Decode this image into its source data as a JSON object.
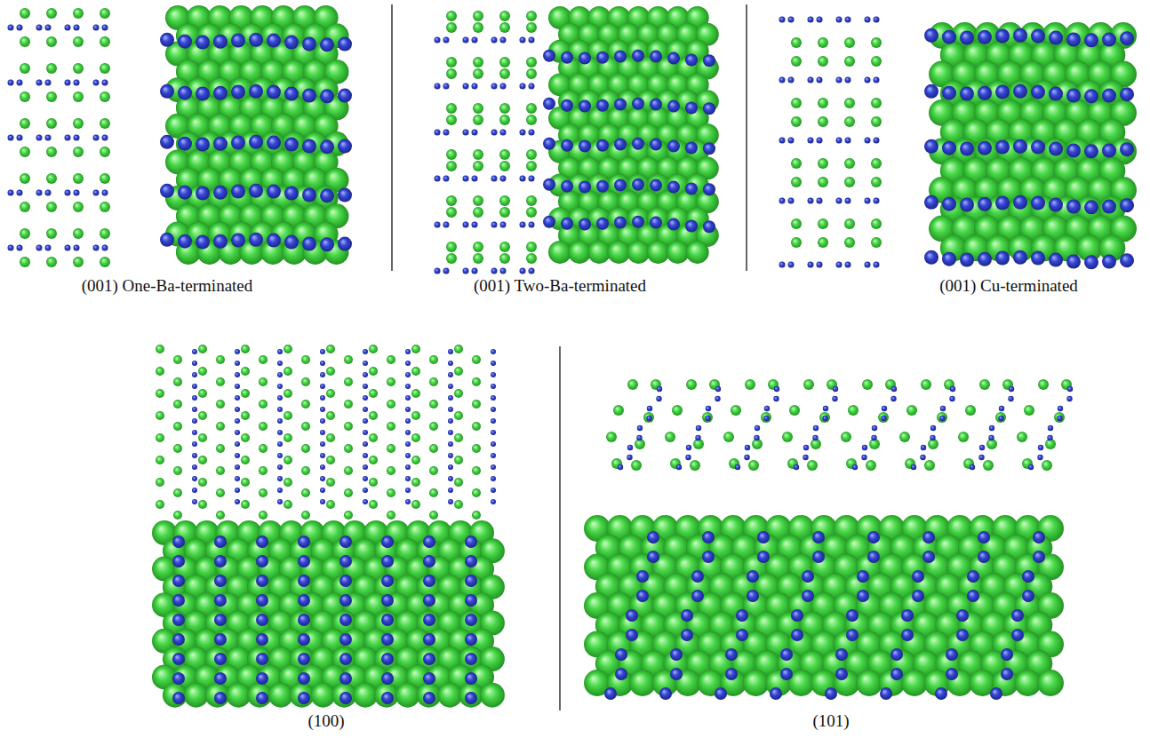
{
  "diagram": {
    "labels": [
      "(001) One-Ba-terminated",
      "(001) Two-Ba-terminated",
      "(001) Cu-terminated",
      "(100)",
      "(101)"
    ]
  }
}
